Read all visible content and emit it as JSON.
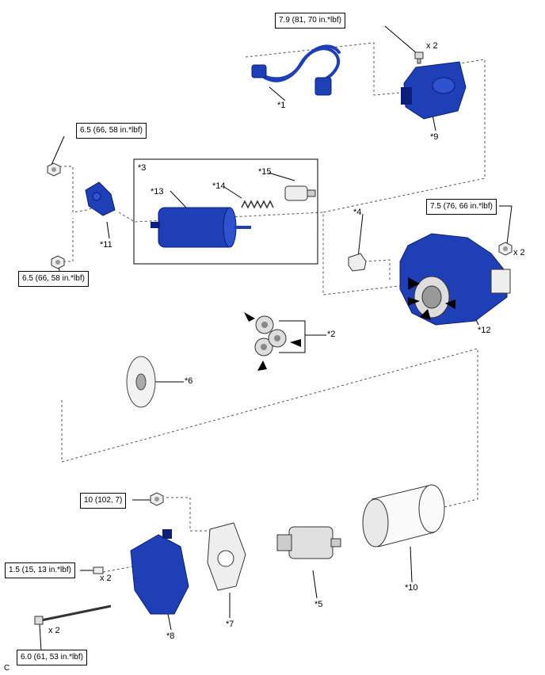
{
  "torque_specs": [
    {
      "id": "t1",
      "text": "7.9 (81, 70 in.*lbf)"
    },
    {
      "id": "t2",
      "text": "6.5 (66, 58 in.*lbf)"
    },
    {
      "id": "t3",
      "text": "6.5 (66, 58 in.*lbf)"
    },
    {
      "id": "t4",
      "text": "7.5 (76, 66 in.*lbf)"
    },
    {
      "id": "t5",
      "text": "10 (102, 7)"
    },
    {
      "id": "t6",
      "text": "1.5 (15, 13 in.*lbf)"
    },
    {
      "id": "t7",
      "text": "6.0 (61, 53 in.*lbf)"
    }
  ],
  "quantities": {
    "q1": "x 2",
    "q2": "x 2",
    "q3": "x 2",
    "q4": "x 2"
  },
  "part_labels": {
    "p1": "*1",
    "p2": "*2",
    "p3": "*3",
    "p4": "*4",
    "p5": "*5",
    "p6": "*6",
    "p7": "*7",
    "p8": "*8",
    "p9": "*9",
    "p10": "*10",
    "p11": "*11",
    "p12": "*12",
    "p13": "*13",
    "p14": "*14",
    "p15": "*15"
  },
  "corner_mark": "C",
  "colors": {
    "part_blue": "#1e3fb5",
    "part_dark": "#0d1f7a",
    "line": "#000000",
    "dashed": "#555555"
  }
}
